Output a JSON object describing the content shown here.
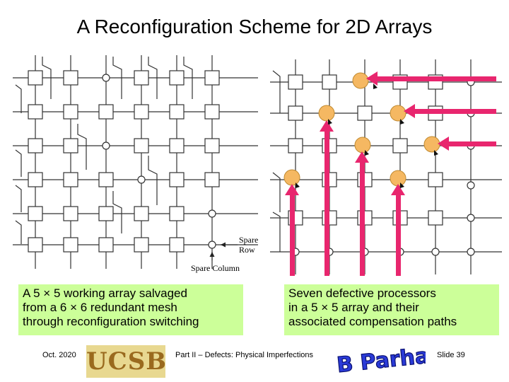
{
  "slide": {
    "title": "A Reconfiguration Scheme for 2D Arrays",
    "caption_left": "A 5 × 5 working array salvaged\nfrom a 6 × 6 redundant mesh\nthrough reconfiguration switching",
    "caption_right": "Seven defective processors\nin a 5 × 5 array and their\nassociated compensation paths",
    "spare_row_label": "Spare Row",
    "spare_column_label": "Spare Column",
    "footer_date": "Oct. 2020",
    "footer_center": "Part II – Defects: Physical Imperfections",
    "footer_slide": "Slide 39",
    "logo_ucsb_text": "UCSB",
    "logo_author_text": "B Parhami"
  },
  "colors": {
    "caption_bg": "#ccff99",
    "defect_fill": "#f5b862",
    "arrow_pink": "#e8266e",
    "grid_line": "#333333"
  }
}
